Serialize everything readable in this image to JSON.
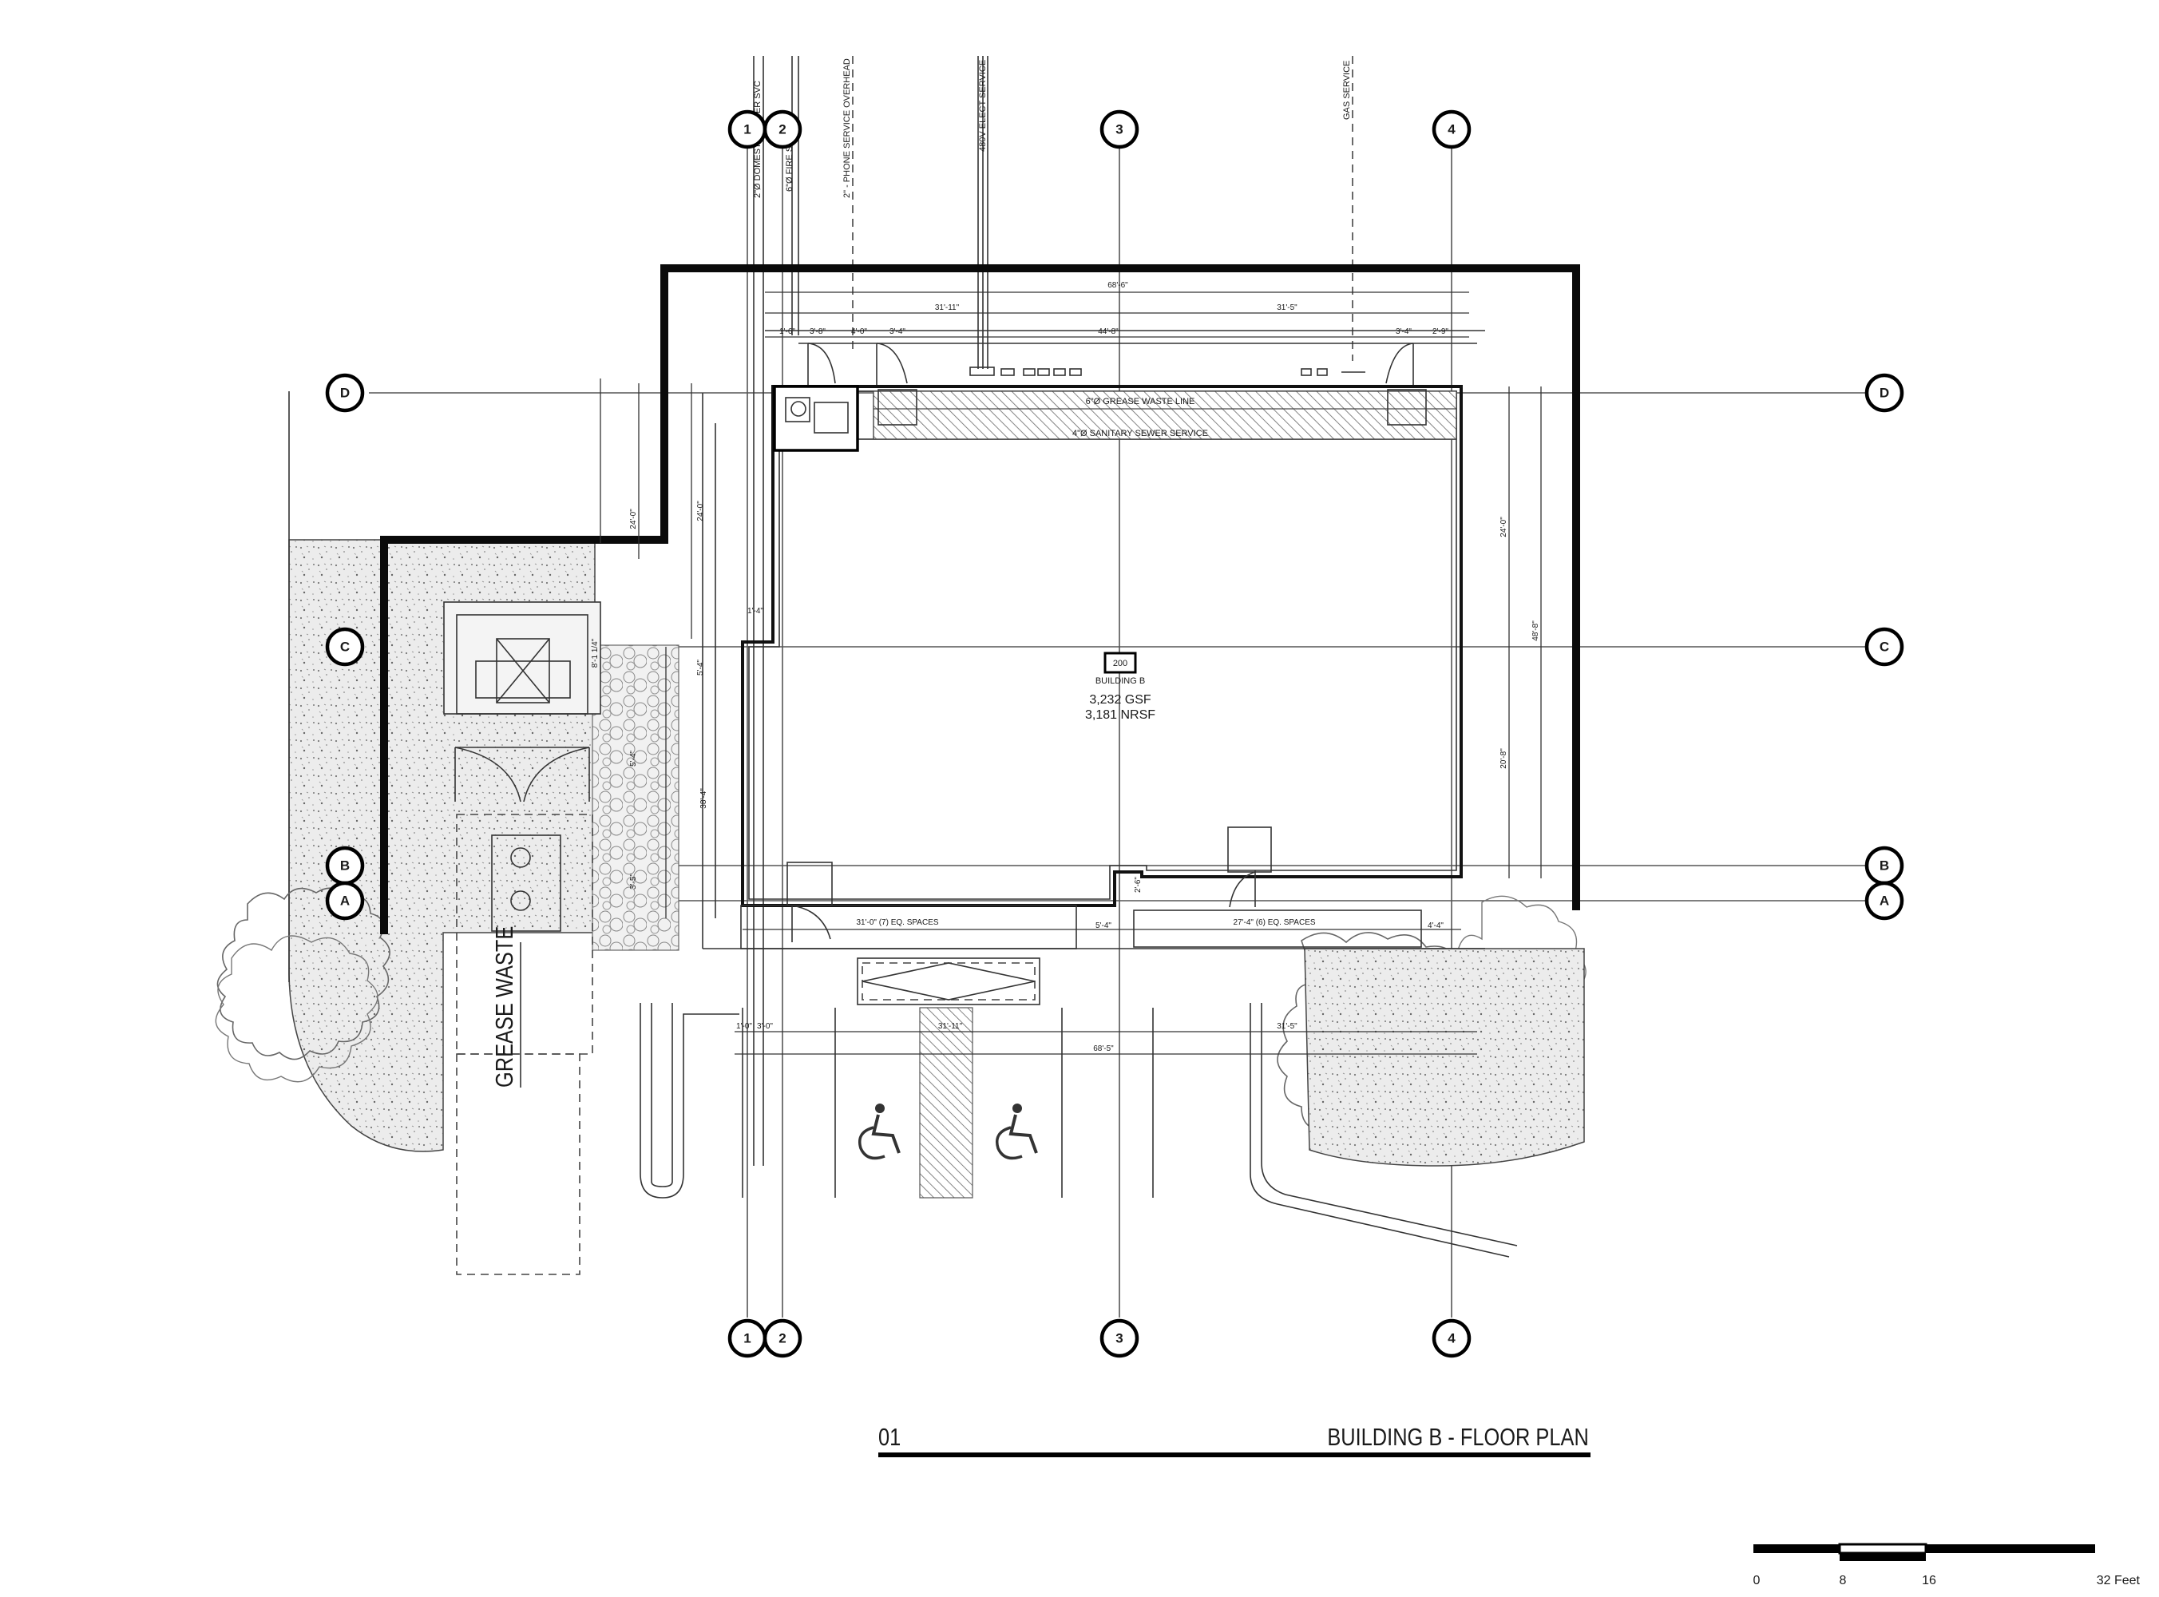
{
  "grid": {
    "columns": [
      "1",
      "2",
      "3",
      "4"
    ],
    "rows": [
      "D",
      "C",
      "B",
      "A"
    ]
  },
  "utilities": {
    "domestic_water": "2\"Ø DOMESTIC WATER SVC",
    "fire_service": "6\"Ø FIRE SERVICE",
    "phone": "2\" - PHONE SERVICE OVERHEAD",
    "electric": "480V ELECT SERVICE",
    "gas": "GAS SERVICE"
  },
  "dimensions": {
    "overall_top": "68'-6\"",
    "top_left_run": "31'-11\"",
    "top_right_run": "31'-5\"",
    "mid_run": "44'-8\"",
    "seg_a": "1'-6\"",
    "seg_b": "3'-8\"",
    "seg_c": "4'-0\"",
    "door_w_1": "3'-4\"",
    "door_w_2": "3'-4\"",
    "seg_d": "2'-9\"",
    "right_upper": "24'-0\"",
    "right_overall": "48'-8\"",
    "right_lower": "20'-8\"",
    "left_upper_a": "24'-0\"",
    "left_upper_b": "24'-0\"",
    "left_stub": "5'-4\"",
    "left_lower": "5'-4\"",
    "left_jog": "1'-4\"",
    "left_small": "8'-1 1/4\"",
    "left_small_2": "3'-5\"",
    "left_vert": "38'-4\"",
    "bay_left": "31'-0\" (7) EQ. SPACES",
    "bay_mid": "5'-4\"",
    "bay_right": "27'-4\" (6) EQ. SPACES",
    "bay_end": "4'-4\"",
    "bay_notch": "2'-6\"",
    "bot_a": "1'-0\"",
    "bot_b": "3'-0\"",
    "bot_mid": "31'-11\"",
    "bot_right": "31'-5\"",
    "bot_overall": "68'-5\""
  },
  "services": {
    "grease_waste_line": "6\"Ø GREASE WASTE LINE",
    "sanitary_sewer": "4\"Ø SANITARY SEWER SERVICE",
    "grease_waste": "GREASE WASTE"
  },
  "room": {
    "number": "200",
    "name": "BUILDING B",
    "gsf": "3,232 GSF",
    "nrsf": "3,181 NRSF"
  },
  "title_block": {
    "sheet_number": "01",
    "title": "BUILDING B - FLOOR PLAN"
  },
  "scale_bar": {
    "ticks": [
      "0",
      "8",
      "16",
      "32 Feet"
    ]
  }
}
